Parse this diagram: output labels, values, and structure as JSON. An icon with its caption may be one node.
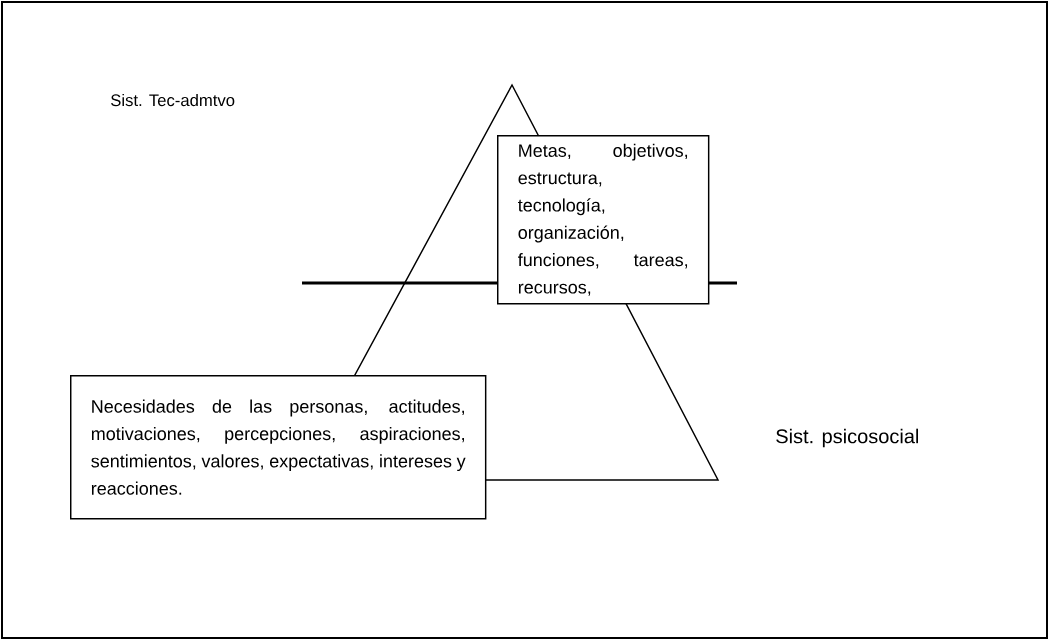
{
  "diagram": {
    "nodes": [
      {
        "text": [
          "Metas, objetivos, estructura, tecnología, organización, funciones, tareas, recursos,"
        ]
      },
      {
        "text": [
          "Necesidades de las personas, actitudes, motivaciones, percepciones, aspiraciones, sentimientos, valores, expectativas, intereses y reacciones."
        ]
      }
    ],
    "labels": [
      "Sist. Tec-admtvo",
      "Sist. psicosocial"
    ]
  }
}
